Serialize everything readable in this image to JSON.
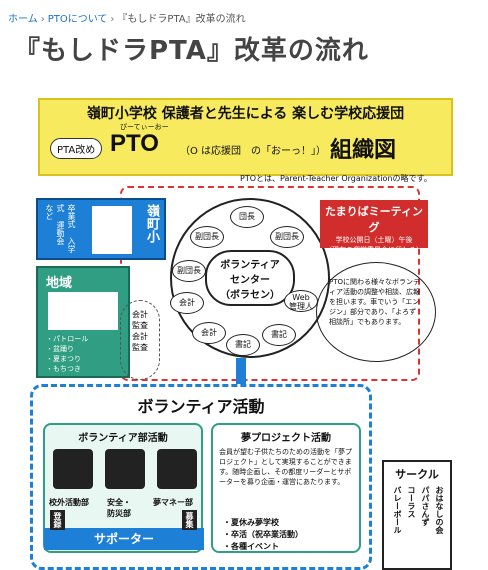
{
  "breadcrumb": {
    "home": "ホーム",
    "sep": "›",
    "about": "PTOについて",
    "current": "『もしドラPTA』改革の流れ"
  },
  "page": {
    "title": "『もしドラPTA』改革の流れ"
  },
  "diagram": {
    "header_line1": "嶺町小学校 保護者と先生による 楽しむ学校応援団",
    "pill": "PTA改め",
    "pto": "PTO",
    "ruby": "ぴーてぃーおー",
    "paren": "（O は応援団　の「おーっ！」）",
    "sosiki": "組織図",
    "note": "PTOとは、Parent-Teacher Organizationの略です。",
    "school_label": "嶺町小",
    "school_sub": "卒業式 入学式 運動会 など",
    "area_label": "地域",
    "area_sub": "・パトロール\n・盆踊り\n・夏まつり\n・もちつき",
    "center_label": "ボランティア\nセンター\n（ボラセン）",
    "satellites": [
      "団長",
      "副団長",
      "副団長",
      "副団長",
      "会計",
      "会計",
      "書記",
      "書記",
      "Web\n管理人"
    ],
    "kaikei_label": "会計\n監査\n会計\n監査",
    "meeting_title": "たまりばミーティング",
    "meeting_sub": "学校公開日（土曜）午後\n（現在の運営委員会に代わる）",
    "bubble": "PTOに関わる様々なボランティア活動の調整や相談、広報を担います。車でいう「エンジン」部分であり、「よろず相談所」でもあります。",
    "volunteer_title": "ボランティア活動",
    "dept_title": "ボランティア部活動",
    "dept_items": [
      "校外活動部",
      "安全・\n防災部",
      "夢マネー部"
    ],
    "yume_title": "夢プロジェクト活動",
    "yume_body": "会員が望む子供たちのための活動を「夢プロジェクト」として実現することができます。随時企画し、その都度リーダーとサポーターを募り企画・運営にあたります。",
    "yume_list": [
      "・夏休み夢学校",
      "・卒活（祝卒業活動）",
      "・各種イベント"
    ],
    "supporter": "サポーター",
    "toroku": "登録",
    "boshu": "募集",
    "circle_title": "サークル",
    "circle_items": [
      "バレーボール",
      "コーラス",
      "パパさんず",
      "おはなしの会"
    ]
  }
}
